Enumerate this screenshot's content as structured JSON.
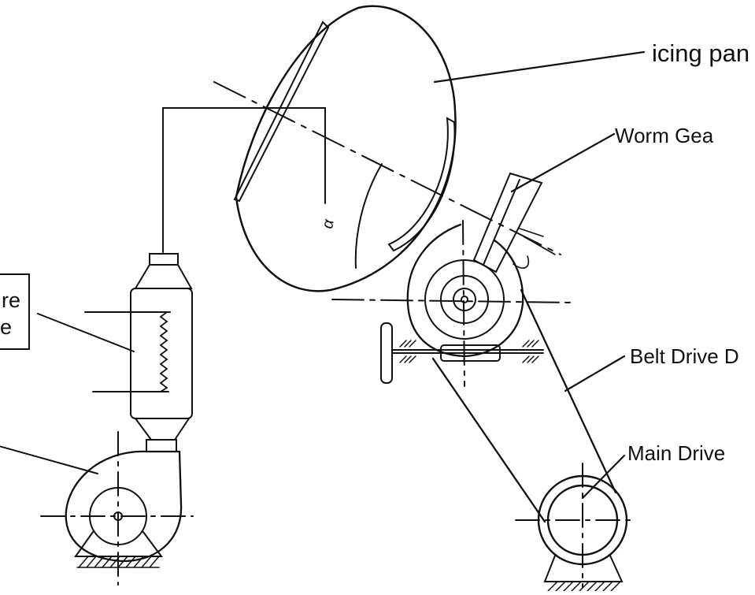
{
  "labels": {
    "icing_pan": "icing pan",
    "worm_gear": "Worm Gea",
    "belt_drive": "Belt Drive D",
    "main_drive": "Main Drive",
    "left_box_line1": "re",
    "left_box_line2": "e",
    "alpha": "α"
  },
  "colors": {
    "ink": "#111111",
    "background": "#ffffff"
  }
}
